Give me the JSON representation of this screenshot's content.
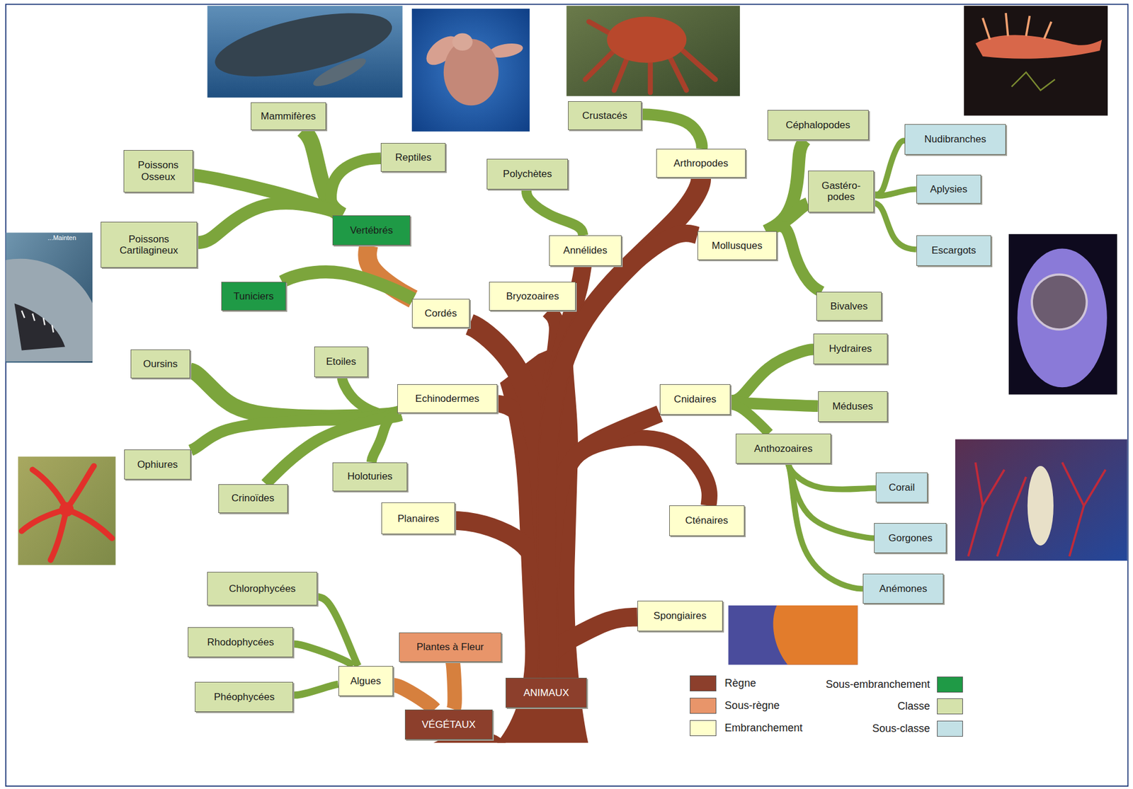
{
  "diagram": {
    "nodes": [
      {
        "text": [
          "Mammifères"
        ]
      },
      {
        "text": [
          "Reptiles"
        ]
      },
      {
        "text": [
          "Poissons Osseux"
        ]
      },
      {
        "text": [
          "Poissons Cartilagineux"
        ]
      },
      {
        "text": [
          "Vertébrés"
        ]
      },
      {
        "text": [
          "Tuniciers"
        ]
      },
      {
        "text": [
          "Cordés"
        ]
      },
      {
        "text": [
          "Crustacés"
        ]
      },
      {
        "text": [
          "Arthropodes"
        ]
      },
      {
        "text": [
          "Polychètes"
        ]
      },
      {
        "text": [
          "Annélides"
        ]
      },
      {
        "text": [
          "Bryozoaires"
        ]
      },
      {
        "text": [
          "Céphalopodes"
        ]
      },
      {
        "text": [
          "Gastéro- podes"
        ]
      },
      {
        "text": [
          "Mollusques"
        ]
      },
      {
        "text": [
          "Bivalves"
        ]
      },
      {
        "text": [
          "Nudibranches"
        ]
      },
      {
        "text": [
          "Aplysies"
        ]
      },
      {
        "text": [
          "Escargots"
        ]
      },
      {
        "text": [
          "Echinodermes"
        ]
      },
      {
        "text": [
          "Oursins"
        ]
      },
      {
        "text": [
          "Etoiles"
        ]
      },
      {
        "text": [
          "Ophiures"
        ]
      },
      {
        "text": [
          "Crinoïdes"
        ]
      },
      {
        "text": [
          "Holoturies"
        ]
      },
      {
        "text": [
          "Planaires"
        ]
      },
      {
        "text": [
          "Cnidaires"
        ]
      },
      {
        "text": [
          "Hydraires"
        ]
      },
      {
        "text": [
          "Méduses"
        ]
      },
      {
        "text": [
          "Anthozoaires"
        ]
      },
      {
        "text": [
          "Cténaires"
        ]
      },
      {
        "text": [
          "Corail"
        ]
      },
      {
        "text": [
          "Gorgones"
        ]
      },
      {
        "text": [
          "Anémones"
        ]
      },
      {
        "text": [
          "Spongiaires"
        ]
      },
      {
        "text": [
          "Chlorophycées"
        ]
      },
      {
        "text": [
          "Rhodophycées"
        ]
      },
      {
        "text": [
          "Phéophycées"
        ]
      },
      {
        "text": [
          "Algues"
        ]
      },
      {
        "text": [
          "Plantes à Fleur"
        ]
      },
      {
        "text": [
          "VÉGÉTAUX"
        ]
      },
      {
        "text": [
          "ANIMAUX"
        ]
      }
    ],
    "edges": [
      {
        "from": 41,
        "to": 34,
        "arrow": "none"
      },
      {
        "from": 41,
        "to": 25,
        "arrow": "none"
      },
      {
        "from": 41,
        "to": 30,
        "arrow": "none"
      },
      {
        "from": 41,
        "to": 26,
        "arrow": "none"
      },
      {
        "from": 41,
        "to": 19,
        "arrow": "none"
      },
      {
        "from": 41,
        "to": 6,
        "arrow": "none"
      },
      {
        "from": 41,
        "to": 11,
        "arrow": "none"
      },
      {
        "from": 41,
        "to": 10,
        "arrow": "none"
      },
      {
        "from": 41,
        "to": 8,
        "arrow": "none"
      },
      {
        "from": 41,
        "to": 14,
        "arrow": "none"
      },
      {
        "from": 6,
        "to": 4,
        "arrow": "none"
      },
      {
        "from": 6,
        "to": 5,
        "arrow": "none"
      },
      {
        "from": 4,
        "to": 0,
        "arrow": "none"
      },
      {
        "from": 4,
        "to": 1,
        "arrow": "none"
      },
      {
        "from": 4,
        "to": 2,
        "arrow": "none"
      },
      {
        "from": 4,
        "to": 3,
        "arrow": "none"
      },
      {
        "from": 10,
        "to": 9,
        "arrow": "none"
      },
      {
        "from": 8,
        "to": 7,
        "arrow": "none"
      },
      {
        "from": 14,
        "to": 12,
        "arrow": "none"
      },
      {
        "from": 14,
        "to": 13,
        "arrow": "none"
      },
      {
        "from": 14,
        "to": 15,
        "arrow": "none"
      },
      {
        "from": 13,
        "to": 16,
        "arrow": "none"
      },
      {
        "from": 13,
        "to": 17,
        "arrow": "none"
      },
      {
        "from": 13,
        "to": 18,
        "arrow": "none"
      },
      {
        "from": 26,
        "to": 27,
        "arrow": "none"
      },
      {
        "from": 26,
        "to": 28,
        "arrow": "none"
      },
      {
        "from": 26,
        "to": 29,
        "arrow": "none"
      },
      {
        "from": 29,
        "to": 31,
        "arrow": "none"
      },
      {
        "from": 29,
        "to": 32,
        "arrow": "none"
      },
      {
        "from": 29,
        "to": 33,
        "arrow": "none"
      },
      {
        "from": 19,
        "to": 20,
        "arrow": "none"
      },
      {
        "from": 19,
        "to": 21,
        "arrow": "none"
      },
      {
        "from": 19,
        "to": 22,
        "arrow": "none"
      },
      {
        "from": 19,
        "to": 23,
        "arrow": "none"
      },
      {
        "from": 19,
        "to": 24,
        "arrow": "none"
      },
      {
        "from": 40,
        "to": 39,
        "arrow": "none"
      },
      {
        "from": 40,
        "to": 38,
        "arrow": "none"
      },
      {
        "from": 38,
        "to": 35,
        "arrow": "none"
      },
      {
        "from": 38,
        "to": 36,
        "arrow": "none"
      },
      {
        "from": 38,
        "to": 37,
        "arrow": "none"
      }
    ],
    "labels": [
      "...Mainten"
    ],
    "legend": [
      {
        "text": "Règne",
        "color": "#8c3f2c"
      },
      {
        "text": "Sous-embranchement",
        "color": "#1f9a46"
      },
      {
        "text": "Sous-règne",
        "color": "#e8956a"
      },
      {
        "text": "Classe",
        "color": "#d5e2ab"
      },
      {
        "text": "Embranchement",
        "color": "#ffffcc"
      },
      {
        "text": "Sous-classe",
        "color": "#c3e1e6"
      }
    ]
  }
}
